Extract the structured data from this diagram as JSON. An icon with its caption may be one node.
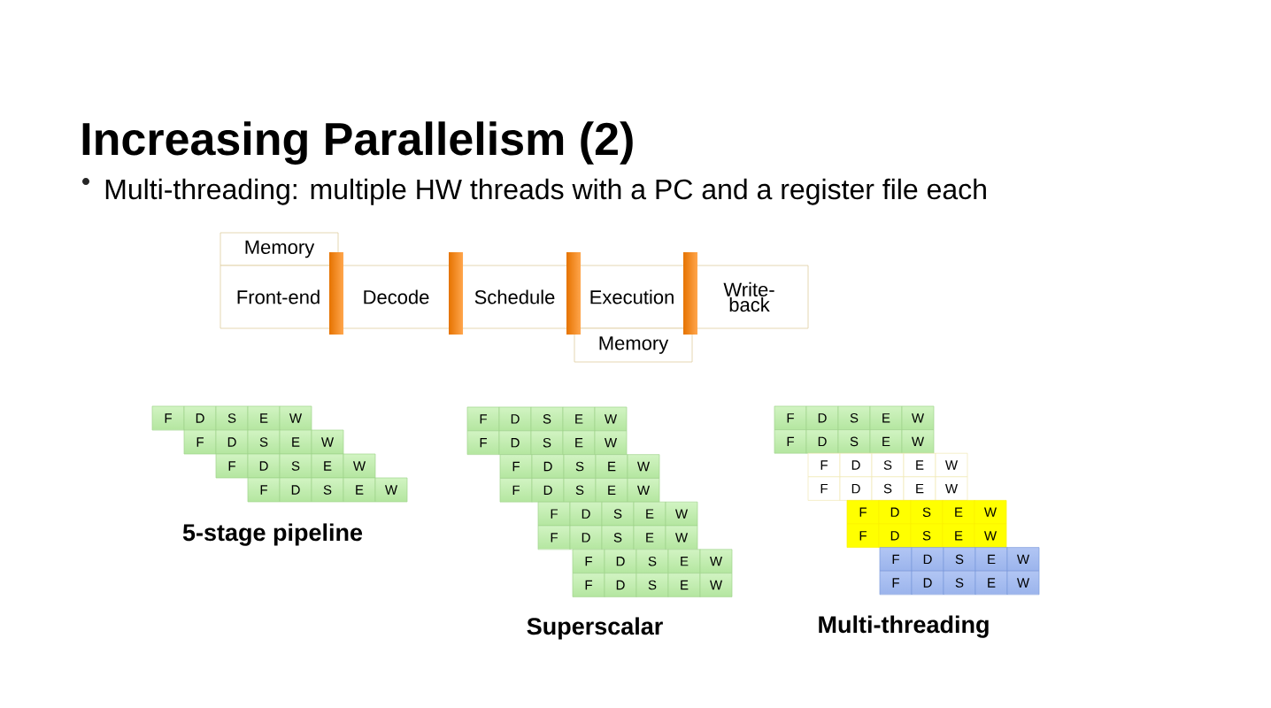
{
  "diagram": {
    "title": "Increasing Parallelism (2)",
    "nodes": [
      {
        "text": [
          "Memory"
        ]
      },
      {
        "text": [
          "Front-end"
        ]
      },
      {
        "text": [
          "Decode"
        ]
      },
      {
        "text": [
          "Schedule"
        ]
      },
      {
        "text": [
          "Execution"
        ]
      },
      {
        "text": [
          "Write-back"
        ]
      },
      {
        "text": [
          "Memory"
        ]
      },
      {
        "text": [
          "F"
        ]
      },
      {
        "text": [
          "D"
        ]
      },
      {
        "text": [
          "S"
        ]
      },
      {
        "text": [
          "E"
        ]
      },
      {
        "text": [
          "W"
        ]
      },
      {
        "text": [
          "F"
        ]
      },
      {
        "text": [
          "D"
        ]
      },
      {
        "text": [
          "S"
        ]
      },
      {
        "text": [
          "E"
        ]
      },
      {
        "text": [
          "W"
        ]
      },
      {
        "text": [
          "F"
        ]
      },
      {
        "text": [
          "D"
        ]
      },
      {
        "text": [
          "S"
        ]
      },
      {
        "text": [
          "E"
        ]
      },
      {
        "text": [
          "W"
        ]
      },
      {
        "text": [
          "F"
        ]
      },
      {
        "text": [
          "D"
        ]
      },
      {
        "text": [
          "S"
        ]
      },
      {
        "text": [
          "E"
        ]
      },
      {
        "text": [
          "W"
        ]
      },
      {
        "text": [
          "F"
        ]
      },
      {
        "text": [
          "D"
        ]
      },
      {
        "text": [
          "S"
        ]
      },
      {
        "text": [
          "E"
        ]
      },
      {
        "text": [
          "W"
        ]
      },
      {
        "text": [
          "F"
        ]
      },
      {
        "text": [
          "D"
        ]
      },
      {
        "text": [
          "S"
        ]
      },
      {
        "text": [
          "E"
        ]
      },
      {
        "text": [
          "W"
        ]
      },
      {
        "text": [
          "F"
        ]
      },
      {
        "text": [
          "D"
        ]
      },
      {
        "text": [
          "S"
        ]
      },
      {
        "text": [
          "E"
        ]
      },
      {
        "text": [
          "W"
        ]
      },
      {
        "text": [
          "F"
        ]
      },
      {
        "text": [
          "D"
        ]
      },
      {
        "text": [
          "S"
        ]
      },
      {
        "text": [
          "E"
        ]
      },
      {
        "text": [
          "W"
        ]
      },
      {
        "text": [
          "F"
        ]
      },
      {
        "text": [
          "D"
        ]
      },
      {
        "text": [
          "S"
        ]
      },
      {
        "text": [
          "E"
        ]
      },
      {
        "text": [
          "W"
        ]
      },
      {
        "text": [
          "F"
        ]
      },
      {
        "text": [
          "D"
        ]
      },
      {
        "text": [
          "S"
        ]
      },
      {
        "text": [
          "E"
        ]
      },
      {
        "text": [
          "W"
        ]
      },
      {
        "text": [
          "F"
        ]
      },
      {
        "text": [
          "D"
        ]
      },
      {
        "text": [
          "S"
        ]
      },
      {
        "text": [
          "E"
        ]
      },
      {
        "text": [
          "W"
        ]
      },
      {
        "text": [
          "F"
        ]
      },
      {
        "text": [
          "D"
        ]
      },
      {
        "text": [
          "S"
        ]
      },
      {
        "text": [
          "E"
        ]
      },
      {
        "text": [
          "W"
        ]
      },
      {
        "text": [
          "F"
        ]
      },
      {
        "text": [
          "D"
        ]
      },
      {
        "text": [
          "S"
        ]
      },
      {
        "text": [
          "E"
        ]
      },
      {
        "text": [
          "W"
        ]
      },
      {
        "text": [
          "F"
        ]
      },
      {
        "text": [
          "D"
        ]
      },
      {
        "text": [
          "S"
        ]
      },
      {
        "text": [
          "E"
        ]
      },
      {
        "text": [
          "W"
        ]
      },
      {
        "text": [
          "F"
        ]
      },
      {
        "text": [
          "D"
        ]
      },
      {
        "text": [
          "S"
        ]
      },
      {
        "text": [
          "E"
        ]
      },
      {
        "text": [
          "W"
        ]
      },
      {
        "text": [
          "F"
        ]
      },
      {
        "text": [
          "D"
        ]
      },
      {
        "text": [
          "S"
        ]
      },
      {
        "text": [
          "E"
        ]
      },
      {
        "text": [
          "W"
        ]
      },
      {
        "text": [
          "F"
        ]
      },
      {
        "text": [
          "D"
        ]
      },
      {
        "text": [
          "S"
        ]
      },
      {
        "text": [
          "E"
        ]
      },
      {
        "text": [
          "W"
        ]
      },
      {
        "text": [
          "F"
        ]
      },
      {
        "text": [
          "D"
        ]
      },
      {
        "text": [
          "S"
        ]
      },
      {
        "text": [
          "E"
        ]
      },
      {
        "text": [
          "W"
        ]
      },
      {
        "text": [
          "F"
        ]
      },
      {
        "text": [
          "D"
        ]
      },
      {
        "text": [
          "S"
        ]
      },
      {
        "text": [
          "E"
        ]
      },
      {
        "text": [
          "W"
        ]
      },
      {
        "text": [
          "F"
        ]
      },
      {
        "text": [
          "D"
        ]
      },
      {
        "text": [
          "S"
        ]
      },
      {
        "text": [
          "E"
        ]
      },
      {
        "text": [
          "W"
        ]
      }
    ],
    "labels": [
      "Multi-threading: multiple HW threads with a PC and a register file each",
      "5-stage pipeline",
      "Superscalar",
      "Multi-threading"
    ]
  }
}
